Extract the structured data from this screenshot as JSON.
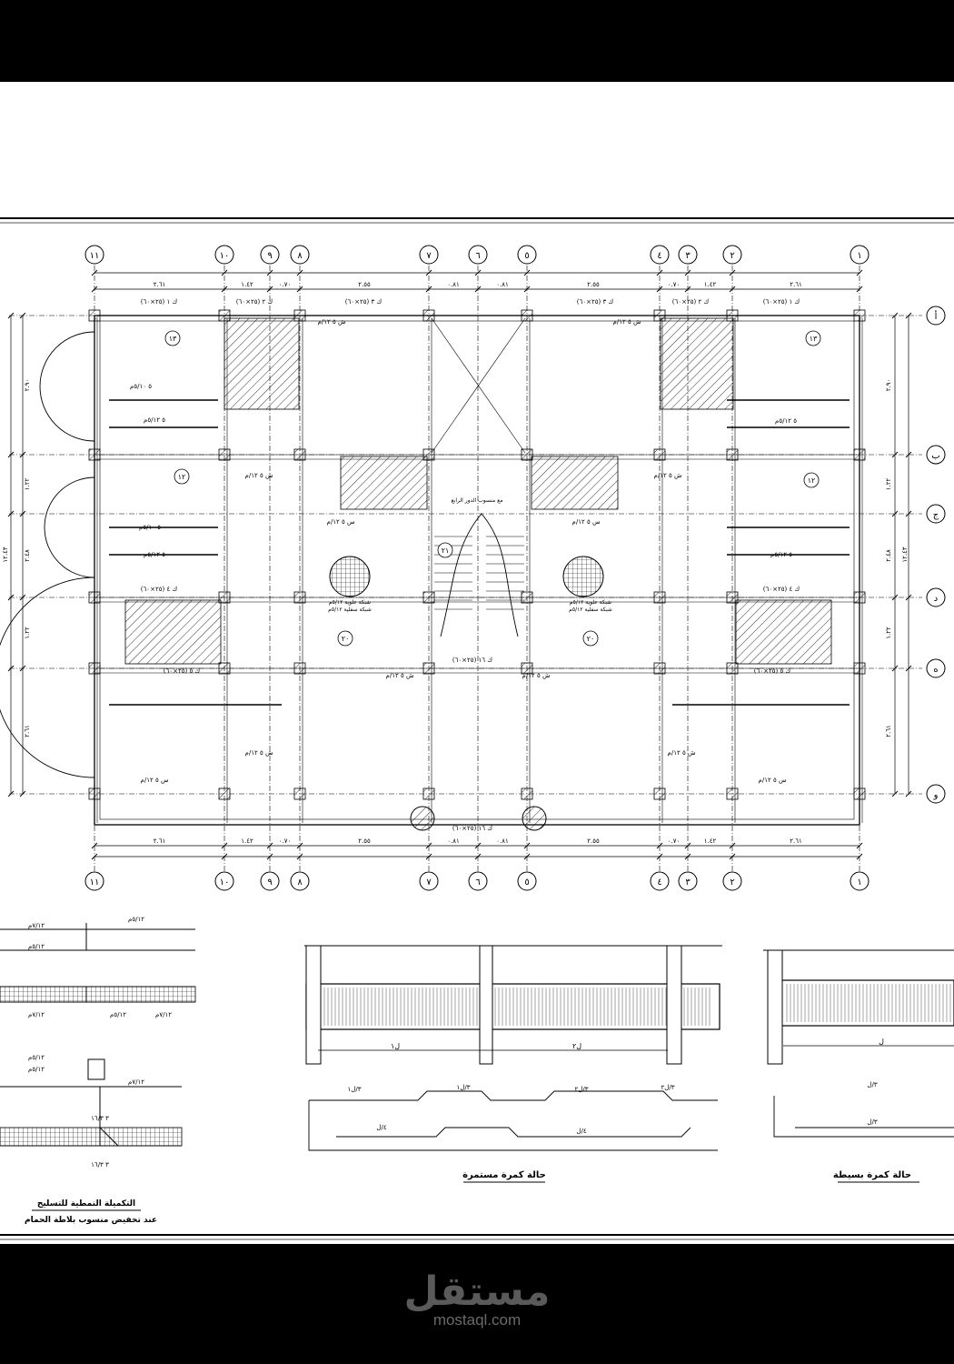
{
  "grid": {
    "column_labels": [
      "١١",
      "١٠",
      "٩",
      "٨",
      "٧",
      "٦",
      "٥",
      "٤",
      "٣",
      "٢",
      "١"
    ],
    "row_labels": [
      "أ",
      "ب",
      "ج",
      "د",
      "ه",
      "و"
    ]
  },
  "dims": {
    "top": [
      "٢.٦١",
      "١.٤٢",
      "٠.٧٠",
      "٢.٥٥",
      "٠.٨١",
      "٠.٨١",
      "٢.٥٥",
      "٠.٧٠",
      "١.٤٢",
      "٢.٦١"
    ],
    "left": [
      "٢.٩٠",
      "١.٢٢",
      "٢.٤٨",
      "١.٢٢",
      "٢.٦١"
    ],
    "left_total": "١٢.٤٣"
  },
  "beams": {
    "b1": "ك ١ (٢٥×٦٠)",
    "b2": "ك ٢ (٢٥×٦٠)",
    "b3": "ك ٣ (٢٥×٦٠)",
    "b4": "ك ٤ (٢٥×٦٠)",
    "b5": "ك ٥ (٢٥×٦٠)",
    "b6": "ك ١٦ (٢٥×٦٠)"
  },
  "slabs": {
    "s12": "١٢",
    "s13": "١٣",
    "s20": "٢٠",
    "s21": "٢١"
  },
  "rebar": {
    "r1": "٥ ٥/١٠م",
    "r2": "٥ ٥/١٢م",
    "r3": "ش ٥ ١٢/م",
    "r4": "س ٥ ١٢/م",
    "mesh_top": "شبكة علوية ٥/١٢م",
    "mesh_bot": "شبكة سفلية ٥/١٢م",
    "stair_note": "مع منسوب الدور الرابع"
  },
  "details": {
    "slab_title": "التكميلة النمطية للتسليح",
    "slab_subtitle": "عند تخفيض منسوب بلاطة الحمام",
    "cont_beam_title": "حالة كمرة مستمرة",
    "simple_beam_title": "حالة كمرة بسيطة",
    "bar_a": "٥/١٢م",
    "bar_b": "٧/١٢م",
    "bar_c": "٣ ١٦/٣",
    "l_label": "ل",
    "l1": "ل١",
    "l2": "ل٢",
    "ratio_a": "٣/ل١",
    "ratio_b": "٣/ل٢",
    "ratio_c": "٤/ل",
    "ratio_d": "٣/ل"
  },
  "brand": {
    "name_ar": "مستقل",
    "name_en": "mostaql.com"
  }
}
